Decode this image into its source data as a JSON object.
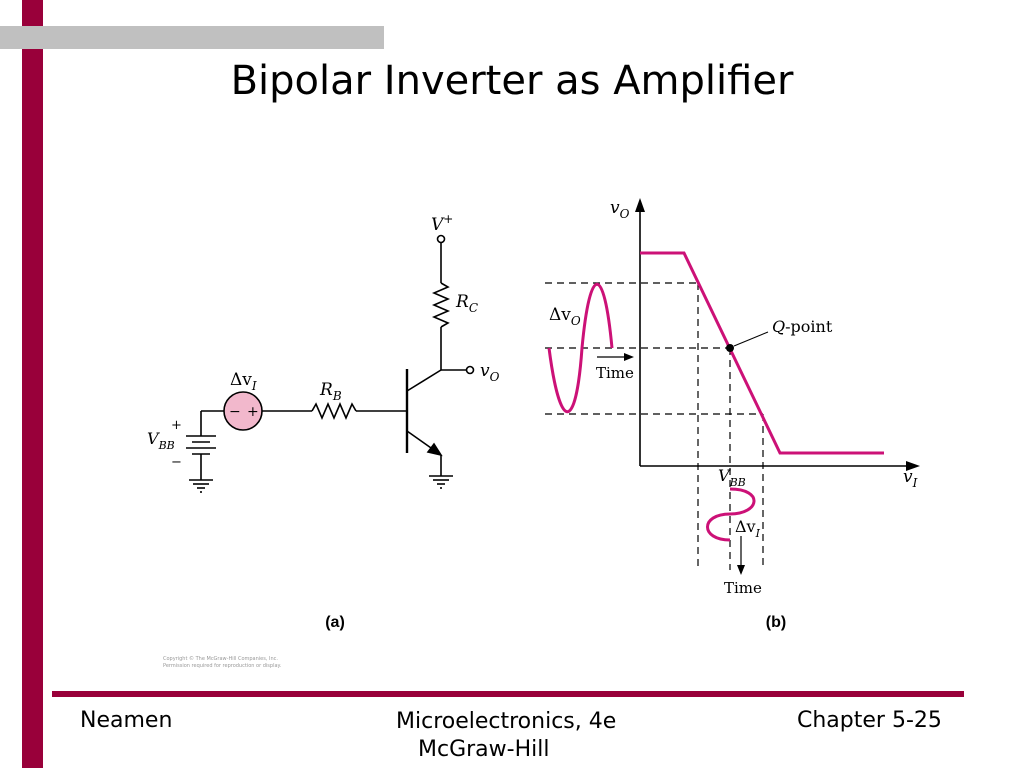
{
  "slide": {
    "title": "Bipolar Inverter as Amplifier",
    "footer": {
      "left": "Neamen",
      "center_line1": "Microelectronics, 4e",
      "center_line2": "McGraw-Hill",
      "right": "Chapter 5-25"
    },
    "copyright_line1": "Copyright © The McGraw-Hill Companies, Inc.",
    "copyright_line2": "Permission required for reproduction or display."
  },
  "figure_a": {
    "caption": "(a)",
    "supply_label": "V",
    "supply_sup": "+",
    "collector_resistor": "R",
    "collector_resistor_sub": "C",
    "output_label": "v",
    "output_sub": "O",
    "base_resistor": "R",
    "base_resistor_sub": "B",
    "signal_source": "Δv",
    "signal_source_sub": "I",
    "source_minus": "−",
    "source_plus": "+",
    "bias_label": "V",
    "bias_sub": "BB",
    "bias_plus": "+",
    "bias_minus": "−"
  },
  "figure_b": {
    "caption": "(b)",
    "y_axis_label": "v",
    "y_axis_sub": "O",
    "x_axis_label": "v",
    "x_axis_sub": "I",
    "qpoint_label_italic": "Q",
    "qpoint_label_rest": "-point",
    "output_swing_label": "Δv",
    "output_swing_sub": "O",
    "output_time_label": "Time",
    "vbb_label": "V",
    "vbb_sub": "BB",
    "input_swing_label": "Δv",
    "input_swing_sub": "I",
    "input_time_label": "Time"
  },
  "colors": {
    "accent": "#99003a",
    "band": "#c0c0c0",
    "curve": "#cc1177",
    "source_fill": "#f2b8cc"
  }
}
